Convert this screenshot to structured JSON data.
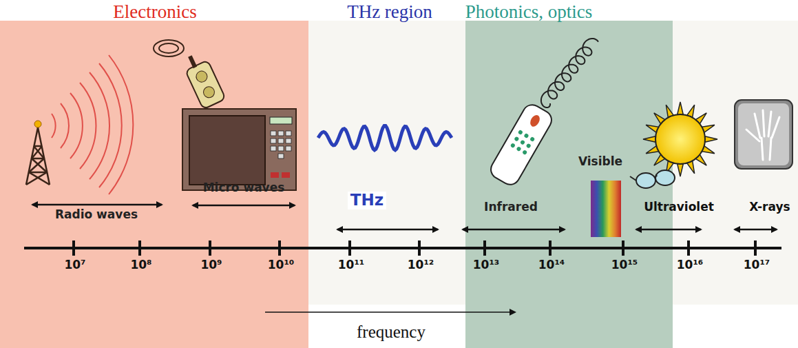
{
  "diagram": {
    "nodes": [
      {
        "text": [
          "Electronics"
        ]
      },
      {
        "text": [
          "THz region"
        ]
      },
      {
        "text": [
          "Photonics, optics"
        ]
      }
    ],
    "labels": [
      "Radio waves",
      "Micro waves",
      "THz",
      "Infrared",
      "Visible",
      "Ultraviolet",
      "X-rays",
      "10⁷",
      "10⁸",
      "10⁹",
      "10¹⁰",
      "10¹¹",
      "10¹²",
      "10¹³",
      "10¹⁴",
      "10¹⁵",
      "10¹⁶",
      "10¹⁷",
      "frequency"
    ]
  }
}
